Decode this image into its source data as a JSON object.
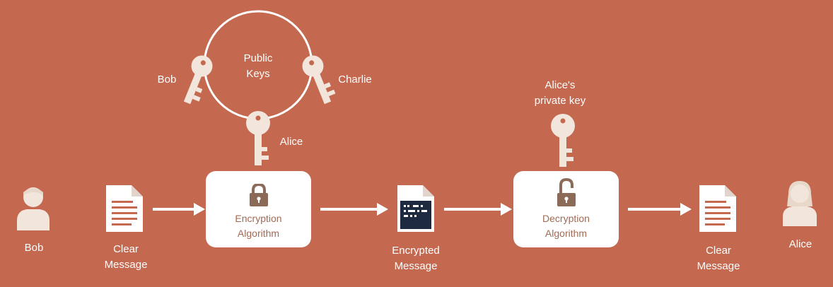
{
  "colors": {
    "background": "#c4684f",
    "icon": "#f2e6dc",
    "box": "#ffffff",
    "lock": "#8b6a58",
    "lock_text": "#a06a55",
    "encrypted_doc": "#1e2a40"
  },
  "keyring": {
    "title_line1": "Public",
    "title_line2": "Keys",
    "bob": "Bob",
    "charlie": "Charlie",
    "alice": "Alice"
  },
  "private_key": {
    "line1": "Alice's",
    "line2": "private key"
  },
  "sender": {
    "name": "Bob"
  },
  "clear_message_1": {
    "line1": "Clear",
    "line2": "Message"
  },
  "encryption": {
    "line1": "Encryption",
    "line2": "Algorithm"
  },
  "encrypted_message": {
    "line1": "Encrypted",
    "line2": "Message"
  },
  "decryption": {
    "line1": "Decryption",
    "line2": "Algorithm"
  },
  "clear_message_2": {
    "line1": "Clear",
    "line2": "Message"
  },
  "receiver": {
    "name": "Alice"
  },
  "icons": [
    "key-icon",
    "person-male-icon",
    "person-female-icon",
    "document-icon",
    "encrypted-document-icon",
    "lock-closed-icon",
    "lock-open-icon",
    "arrow-icon"
  ]
}
